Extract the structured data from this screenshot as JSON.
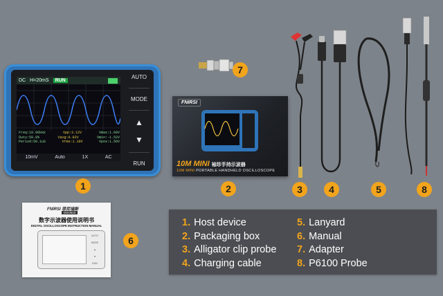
{
  "device": {
    "top_bar": {
      "coupling": "DC",
      "timebase": "H=20mS",
      "mode": "RUN"
    },
    "readouts": [
      [
        "Freq:19.96kHz",
        "Vpp:3.12V",
        "Vmax:1.60V"
      ],
      [
        "Duty:50.0%",
        "Vavg:0.02V",
        "Vmin:-1.52V"
      ],
      [
        "Period:50.1uS",
        "Vrms:1.10V",
        "Vpos:1.56V"
      ]
    ],
    "bottom_bar": {
      "volts": "10mV",
      "trigger_label": "Auto",
      "probe": "1X",
      "coupling": "AC"
    },
    "buttons": {
      "auto": "AUTO",
      "mode": "MODE",
      "up": "▲",
      "down": "▼",
      "run": "RUN"
    }
  },
  "box": {
    "brand": "FNIRSI",
    "title": "10M MINI",
    "title_cn": "袖珍手持示波器",
    "subtitle_accent": "10M MINI",
    "subtitle": "PORTABLE HANDHELD OSCILLOSCOPE"
  },
  "manual": {
    "brand": "FNIRSI 菲尼瑞斯",
    "model": "DSO510",
    "title_cn": "数字示波器使用说明书",
    "title_en": "DIGITAL OSCILLOSCOPE INSTRUCTION MANUAL",
    "keys": [
      "AUTO",
      "MODE",
      "▲",
      "▼",
      "RUN"
    ]
  },
  "badges": [
    "1",
    "2",
    "3",
    "4",
    "5",
    "6",
    "7",
    "8"
  ],
  "legend": {
    "left": [
      {
        "num": "1.",
        "label": "Host device"
      },
      {
        "num": "2.",
        "label": "Packaging box"
      },
      {
        "num": "3.",
        "label": "Alligator clip probe"
      },
      {
        "num": "4.",
        "label": "Charging cable"
      }
    ],
    "right": [
      {
        "num": "5.",
        "label": "Lanyard"
      },
      {
        "num": "6.",
        "label": "Manual"
      },
      {
        "num": "7.",
        "label": "Adapter"
      },
      {
        "num": "8.",
        "label": "P6100 Probe"
      }
    ]
  },
  "colors": {
    "background": "#7d838a",
    "accent": "#f2a41c",
    "device_blue": "#2f74b8",
    "legend_panel": "#4b4d52",
    "waveform": "#3d7bf0"
  }
}
